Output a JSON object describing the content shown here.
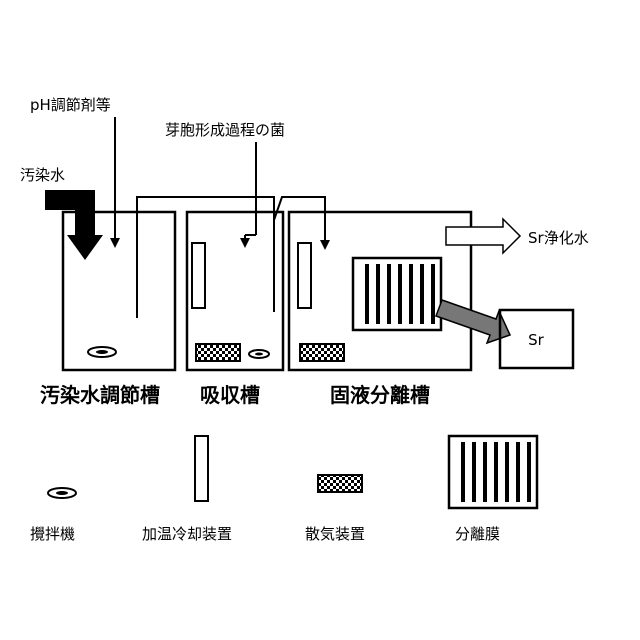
{
  "labels": {
    "ph_agent": "pH調節剤等",
    "spore_bacteria": "芽胞形成過程の菌",
    "contaminated_water": "汚染水",
    "purified_water": "Sr浄化水",
    "sr_box": "Sr"
  },
  "tanks": {
    "adjustment": "汚染水調節槽",
    "absorption": "吸収槽",
    "separation": "固液分離槽"
  },
  "legend": {
    "stirrer": "攪拌機",
    "heater_cooler": "加温冷却装置",
    "aerator": "散気装置",
    "membrane": "分離膜"
  }
}
